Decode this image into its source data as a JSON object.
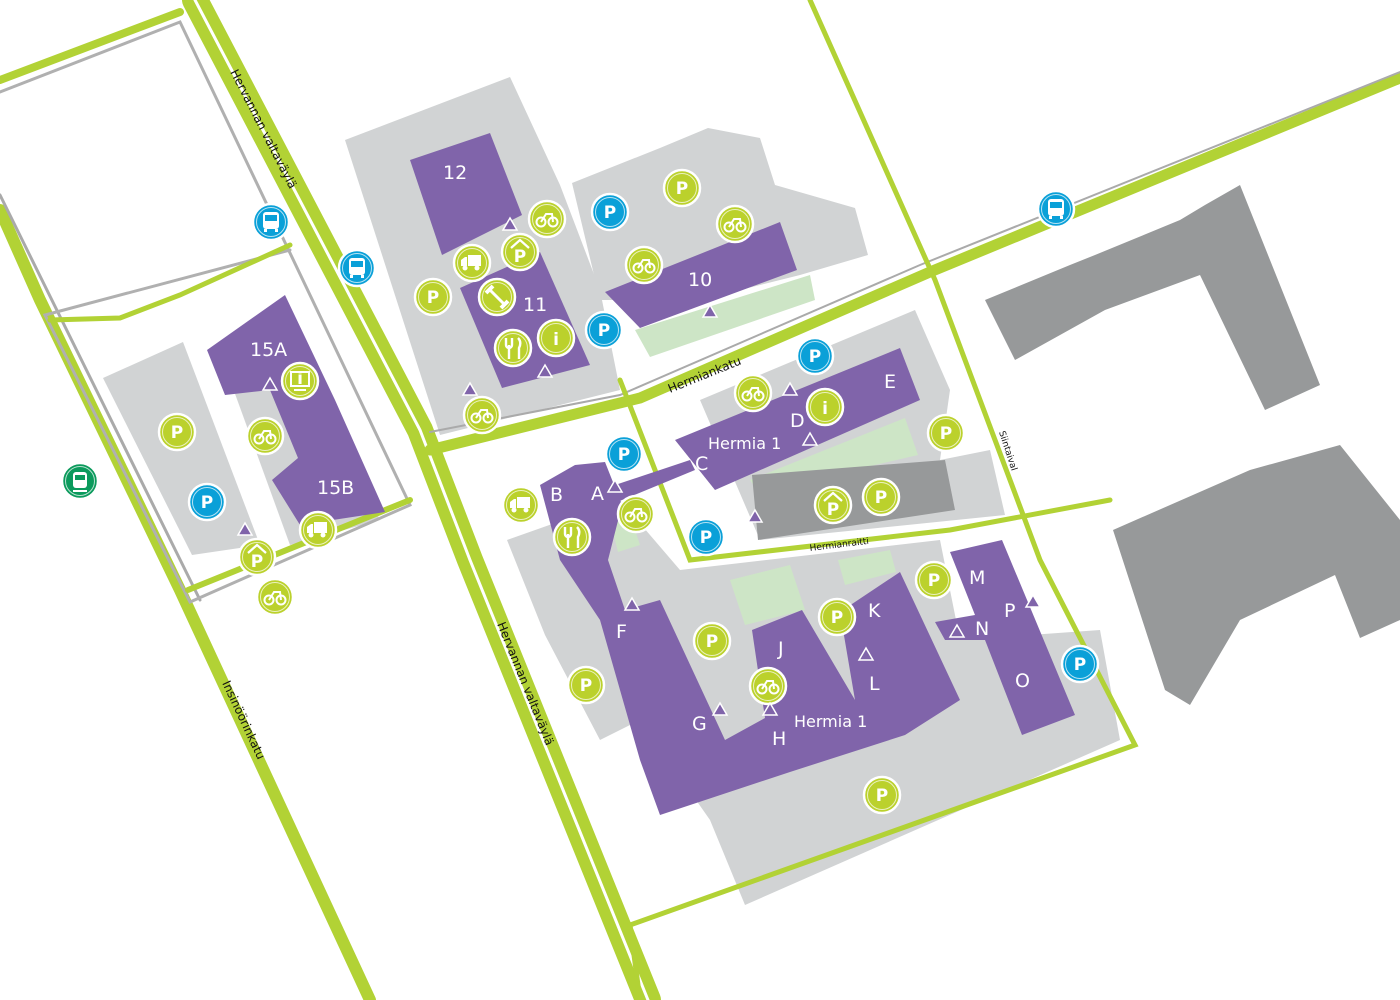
{
  "map": {
    "colors": {
      "building": "#8064aa",
      "lot": "#d1d3d4",
      "other_building": "#97999a",
      "road": "#b2d235",
      "icon_green": "#bbd12c",
      "icon_blue": "#0aa0d8",
      "tram": "#0b9a5c",
      "lawn": "#cde5c6"
    },
    "streets": {
      "hervannan_1": "Hervannan valtaväylä",
      "hervannan_2": "Hervannan valtaväylä",
      "insinoorinkatu": "Insinöörinkatu",
      "hermiankatu": "Hermiankatu",
      "hermianraitti": "Hermianraitti",
      "siintaival": "Siintaival"
    },
    "buildings": {
      "b12": "12",
      "b11": "11",
      "b10": "10",
      "b15a": "15A",
      "b15b": "15B",
      "hermia1_north": "Hermia 1",
      "hermia1_south": "Hermia 1"
    },
    "wings": {
      "A": "A",
      "B": "B",
      "C": "C",
      "D": "D",
      "E": "E",
      "F": "F",
      "G": "G",
      "H": "H",
      "J": "J",
      "K": "K",
      "L": "L",
      "M": "M",
      "N": "N",
      "O": "O",
      "P": "P"
    },
    "symbols": {
      "parking": "P",
      "info": "i"
    },
    "icon_types": [
      "parking-icon",
      "disabled-parking-icon",
      "covered-parking-icon",
      "bicycle-parking-icon",
      "delivery-truck-icon",
      "gym-icon",
      "restaurant-icon",
      "info-icon",
      "info-screen-icon",
      "bus-stop-icon",
      "tram-stop-icon"
    ]
  }
}
